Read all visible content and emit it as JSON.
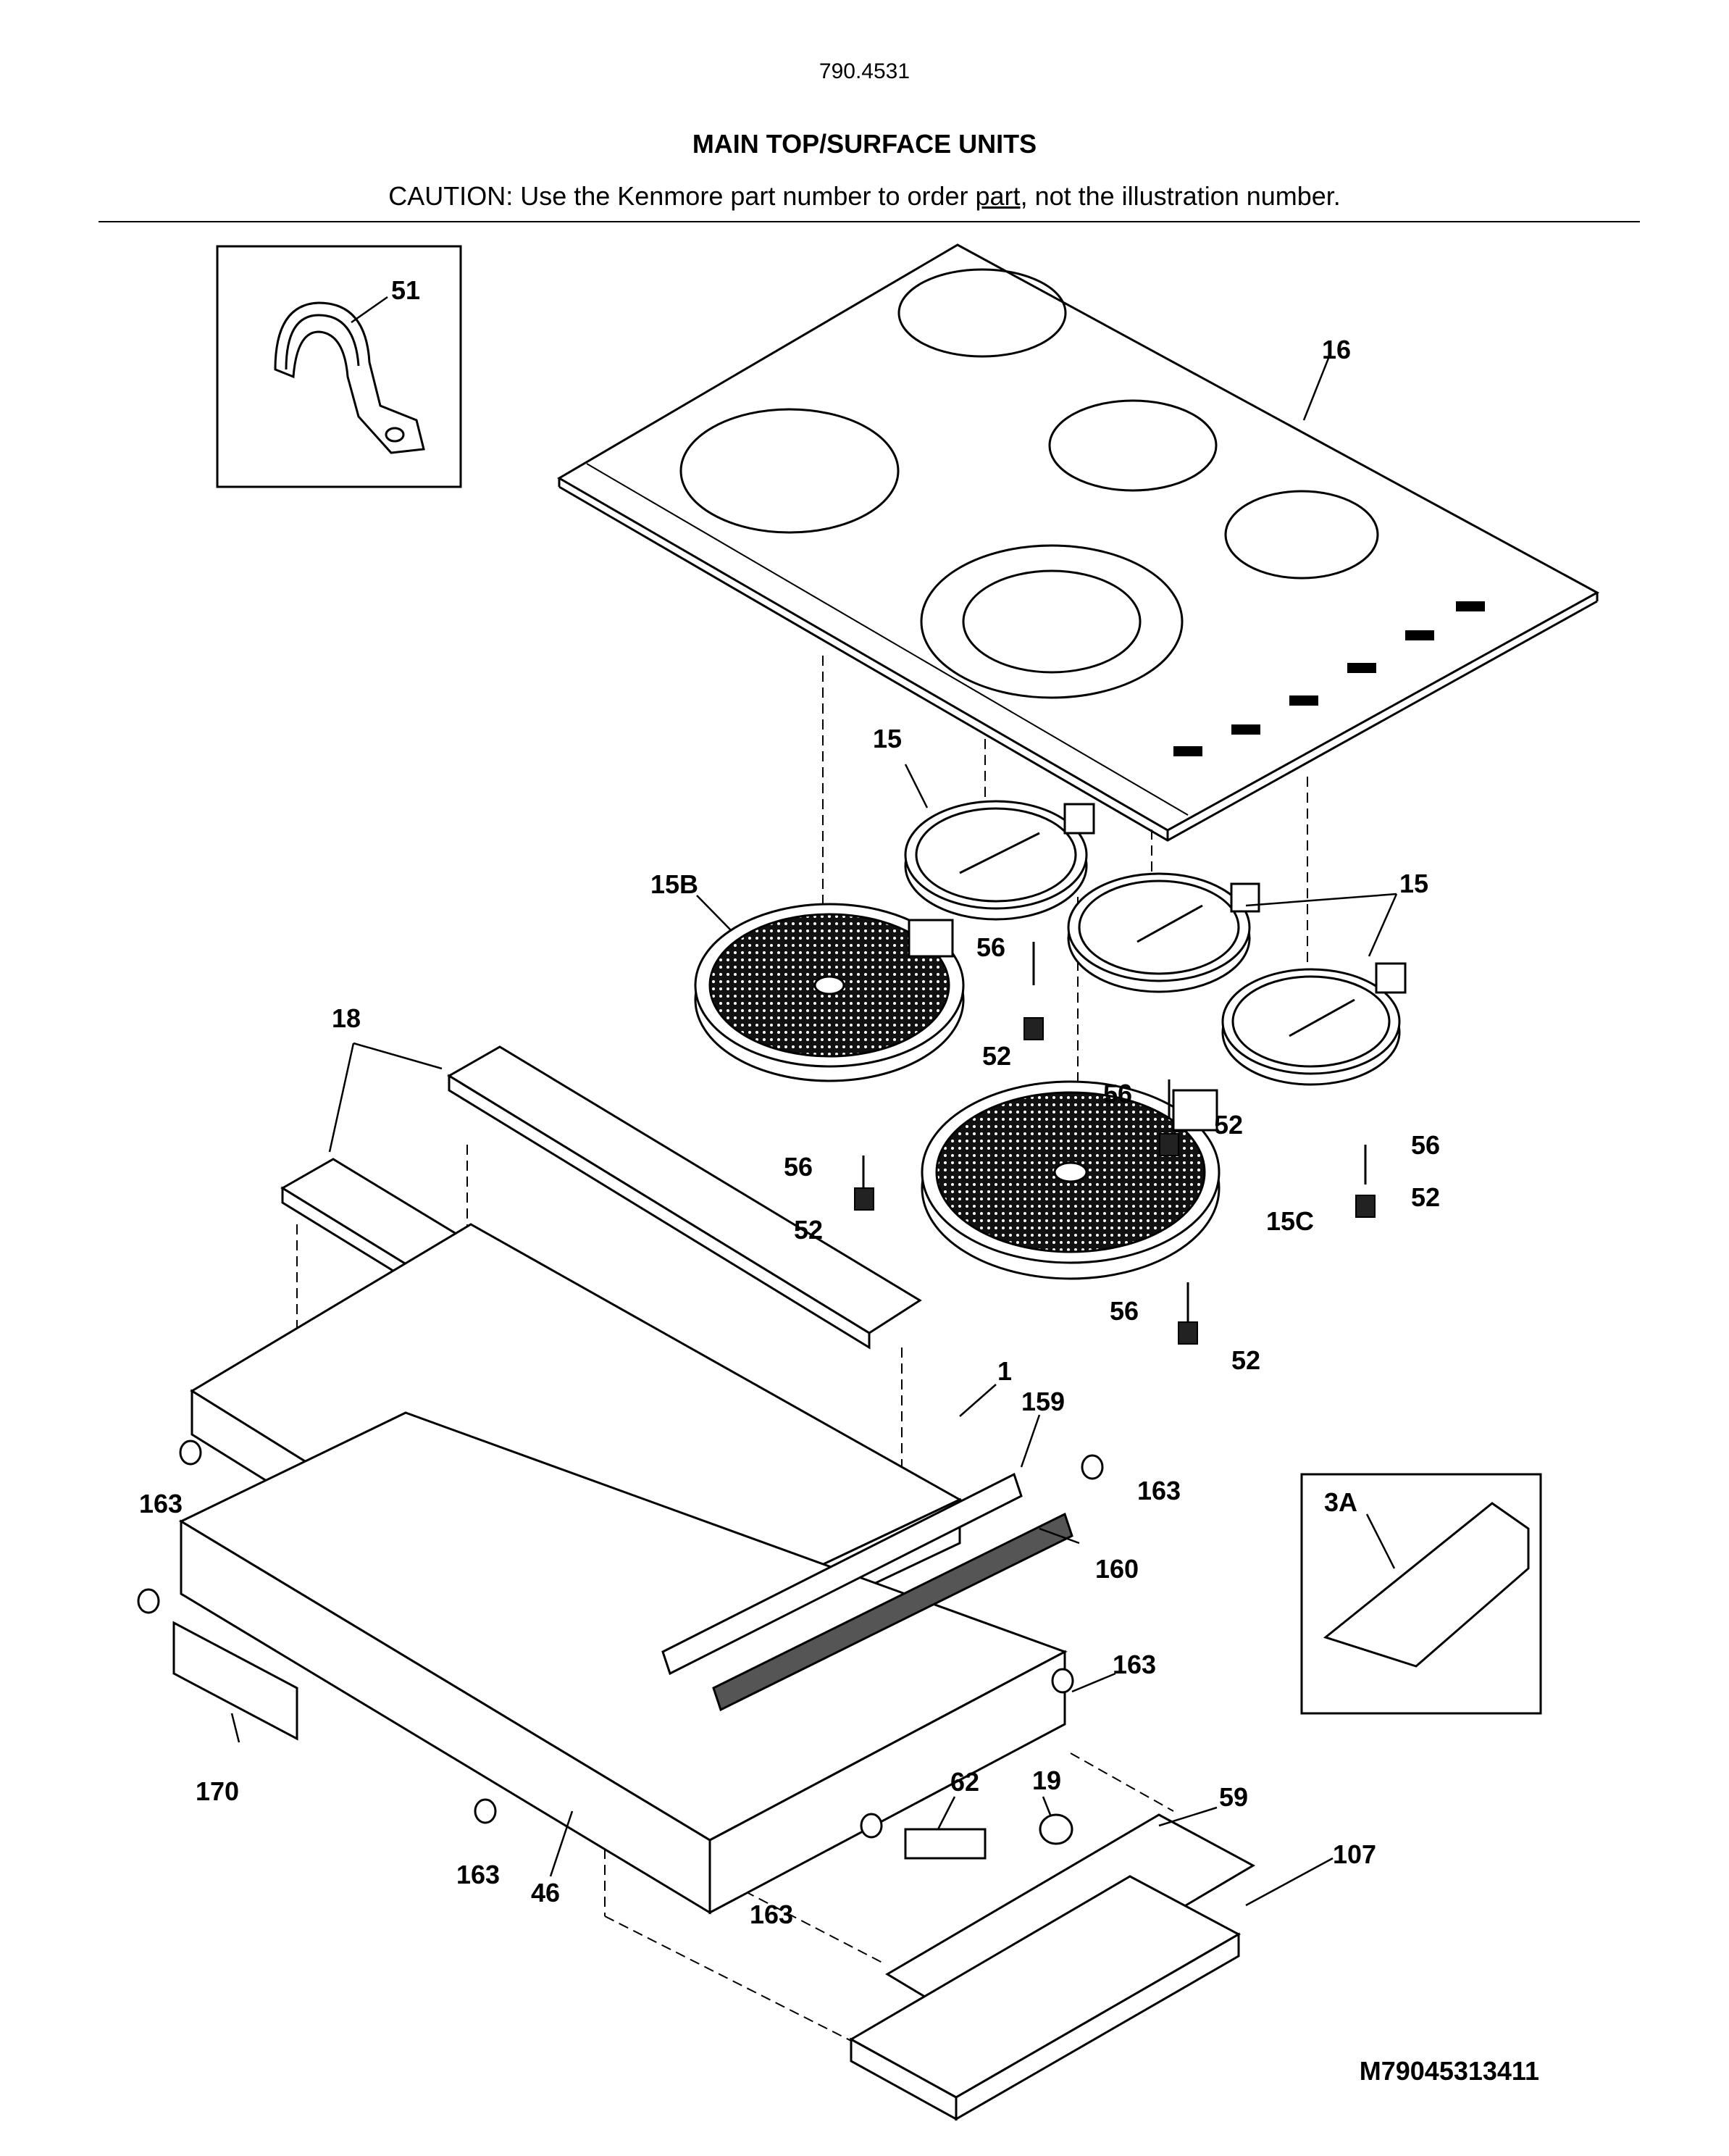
{
  "header": {
    "model": "790.4531",
    "title": "MAIN TOP/SURFACE UNITS",
    "caution_pre": "CAUTION: Use the Kenmore part number to order ",
    "caution_underlined": "part",
    "caution_post": ", not the illustration number."
  },
  "drawing_id": "M79045313411",
  "callouts": {
    "c51": "51",
    "c16": "16",
    "c15_top": "15",
    "c15_right": "15",
    "c15b": "15B",
    "c56_a": "56",
    "c52_a": "52",
    "c18": "18",
    "c56_b": "56",
    "c52_b": "52",
    "c56_c": "56",
    "c52_c": "52",
    "c56_d": "56",
    "c52_d": "52",
    "c15c": "15C",
    "c56_e": "56",
    "c52_e": "52",
    "c1": "1",
    "c159": "159",
    "c163_a": "163",
    "c163_b": "163",
    "c160": "160",
    "c3a": "3A",
    "c163_c": "163",
    "c170": "170",
    "c62": "62",
    "c19": "19",
    "c59": "59",
    "c107": "107",
    "c163_d": "163",
    "c46": "46",
    "c163_e": "163"
  }
}
